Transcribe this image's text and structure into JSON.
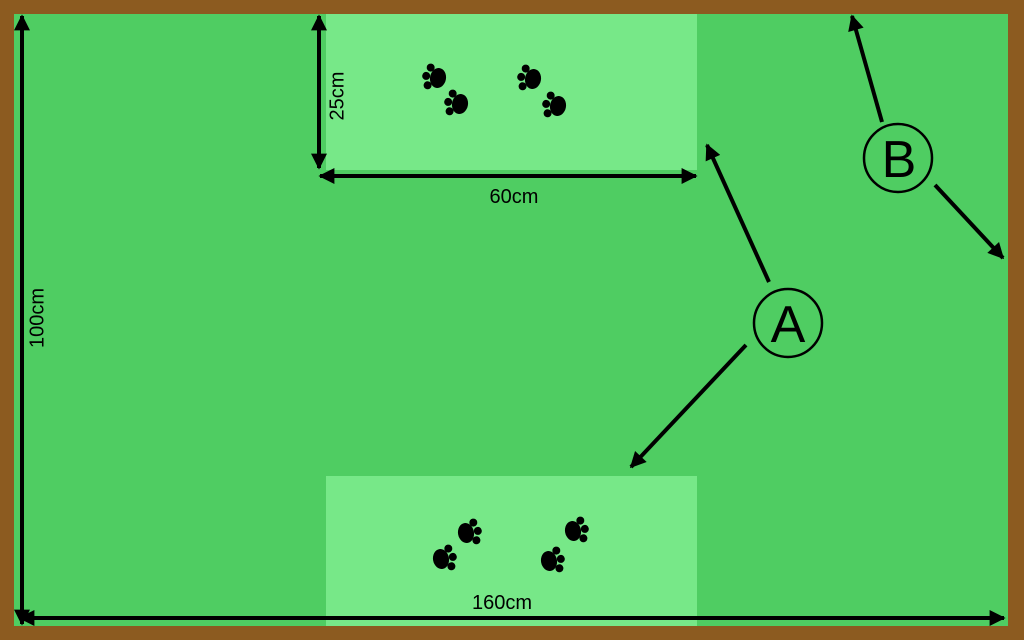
{
  "labels": {
    "height_total": "100cm",
    "width_total": "160cm",
    "zone_height": "25cm",
    "zone_width": "60cm",
    "marker_a": "A",
    "marker_b": "B"
  },
  "colors": {
    "frame": "#8C5B20",
    "field": "#4FCD62",
    "zone": "#77E888",
    "ink": "#000000"
  },
  "icons": [
    "paw-print-icon"
  ]
}
